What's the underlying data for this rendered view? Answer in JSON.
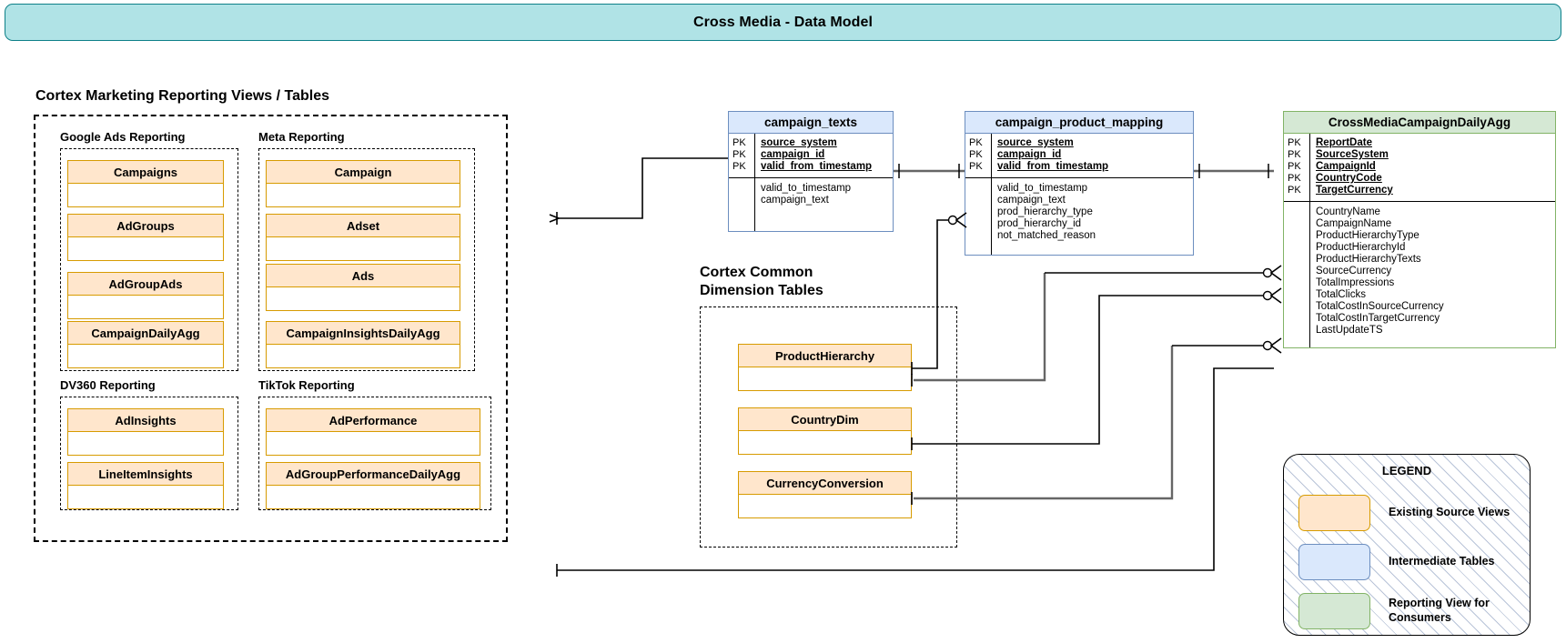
{
  "header": {
    "title": "Cross Media - Data Model",
    "banner_color": "#b0e3e6",
    "banner_border": "#0e8088"
  },
  "sections": {
    "reporting": {
      "title": "Cortex Marketing Reporting Views / Tables"
    },
    "dimension": {
      "title": "Cortex Common\nDimension Tables"
    }
  },
  "groups": [
    {
      "label": "Google Ads Reporting"
    },
    {
      "label": "Meta Reporting"
    },
    {
      "label": "DV360 Reporting"
    },
    {
      "label": "TikTok Reporting"
    }
  ],
  "source_views": {
    "google_ads": [
      {
        "name": "Campaigns"
      },
      {
        "name": "AdGroups"
      },
      {
        "name": "AdGroupAds"
      },
      {
        "name": "CampaignDailyAgg"
      }
    ],
    "meta": [
      {
        "name": "Campaign"
      },
      {
        "name": "Adset"
      },
      {
        "name": "Ads"
      },
      {
        "name": "CampaignInsightsDailyAgg"
      }
    ],
    "dv360": [
      {
        "name": "AdInsights"
      },
      {
        "name": "LineItemInsights"
      }
    ],
    "tiktok": [
      {
        "name": "AdPerformance"
      },
      {
        "name": "AdGroupPerformanceDailyAgg"
      }
    ],
    "dimension_tables": [
      {
        "name": "ProductHierarchy"
      },
      {
        "name": "CountryDim"
      },
      {
        "name": "CurrencyConversion"
      }
    ]
  },
  "entities": [
    {
      "id": "campaign_texts",
      "title": "campaign_texts",
      "kind": "intermediate",
      "keys": [
        {
          "key": "PK",
          "name": "source_system"
        },
        {
          "key": "PK",
          "name": "campaign_id"
        },
        {
          "key": "PK",
          "name": "valid_from_timestamp"
        }
      ],
      "attributes": [
        "valid_to_timestamp",
        "campaign_text"
      ]
    },
    {
      "id": "campaign_product_mapping",
      "title": "campaign_product_mapping",
      "kind": "intermediate",
      "keys": [
        {
          "key": "PK",
          "name": "source_system"
        },
        {
          "key": "PK",
          "name": "campaign_id"
        },
        {
          "key": "PK",
          "name": "valid_from_timestamp"
        }
      ],
      "attributes": [
        "valid_to_timestamp",
        "campaign_text",
        "prod_hierarchy_type",
        "prod_hierarchy_id",
        "not_matched_reason"
      ]
    },
    {
      "id": "cross_media_campaign_daily_agg",
      "title": "CrossMediaCampaignDailyAgg",
      "kind": "reporting",
      "keys": [
        {
          "key": "PK",
          "name": "ReportDate"
        },
        {
          "key": "PK",
          "name": "SourceSystem"
        },
        {
          "key": "PK",
          "name": "CampaignId"
        },
        {
          "key": "PK",
          "name": "CountryCode"
        },
        {
          "key": "PK",
          "name": "TargetCurrency"
        }
      ],
      "attributes": [
        "CountryName",
        "CampaignName",
        "ProductHierarchyType",
        "ProductHierarchyId",
        "ProductHierarchyTexts",
        "SourceCurrency",
        "TotalImpressions",
        "TotalClicks",
        "TotalCostInSourceCurrency",
        "TotalCostInTargetCurrency",
        "LastUpdateTS"
      ]
    }
  ],
  "legend": {
    "title": "LEGEND",
    "items": [
      {
        "swatch": "orange",
        "label": "Existing Source Views",
        "fill": "#ffe6cc",
        "stroke": "#d79b00"
      },
      {
        "swatch": "blue",
        "label": "Intermediate Tables",
        "fill": "#dae8fc",
        "stroke": "#6c8ebf"
      },
      {
        "swatch": "green",
        "label": "Reporting View for\nConsumers",
        "fill": "#d5e8d4",
        "stroke": "#82b366"
      }
    ]
  }
}
